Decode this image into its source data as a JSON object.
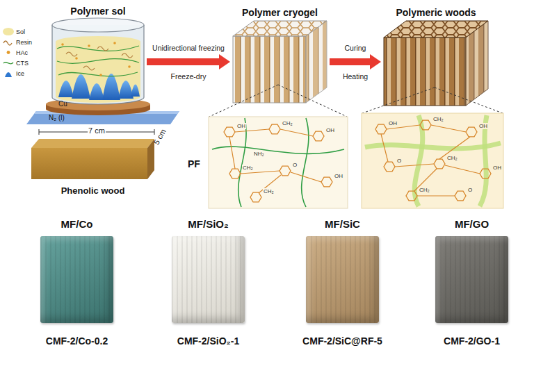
{
  "diagram": {
    "nodes": [
      {
        "text": [
          "Polymer sol"
        ]
      },
      {
        "text": [
          "Polymer cryogel"
        ]
      },
      {
        "text": [
          "Polymeric woods"
        ]
      },
      {
        "text": [
          "Phenolic wood"
        ]
      },
      {
        "text": [
          "MF/Co",
          "CMF-2/Co-0.2"
        ]
      },
      {
        "text": [
          "MF/SiO₂",
          "CMF-2/SiO₂-1"
        ]
      },
      {
        "text": [
          "MF/SiC",
          "CMF-2/SiC@RF-5"
        ]
      },
      {
        "text": [
          "MF/GO",
          "CMF-2/GO-1"
        ]
      }
    ],
    "edges": [
      {
        "from": 0,
        "to": 1,
        "arrow": "to",
        "label": "Unidirectional freezing"
      },
      {
        "from": 1,
        "to": 2,
        "arrow": "to",
        "label": "Curing"
      }
    ],
    "labels": [
      "Cu",
      "N₂ (l)",
      "Freeze-dry",
      "Heating",
      "7 cm",
      "5 cm",
      "PF",
      "OH",
      "CH₂",
      "OH",
      "CH₂",
      "O",
      "OH",
      "CH₂",
      "NH₂",
      "OH",
      "CH₂",
      "OH",
      "O",
      "CH₂",
      "OH",
      "CH₂",
      "O"
    ],
    "legend": [
      {
        "text": "Sol",
        "color": "#f2e6a2"
      },
      {
        "text": "Resin"
      },
      {
        "text": "HAc"
      },
      {
        "text": "CTS"
      },
      {
        "text": "Ice"
      }
    ]
  }
}
